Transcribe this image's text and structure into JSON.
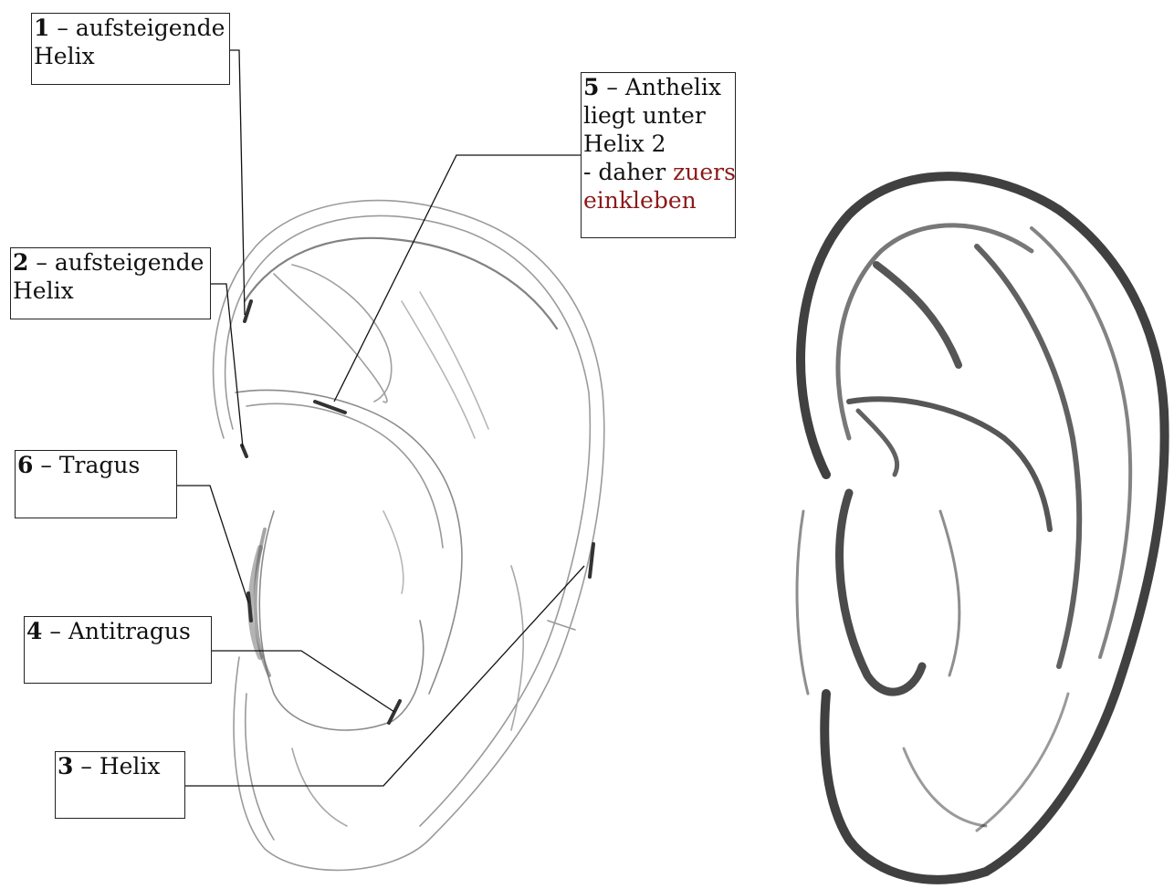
{
  "labels": {
    "l1": {
      "num": "1",
      "sep": " – ",
      "text1": "aufsteigende",
      "text2": "Helix"
    },
    "l2": {
      "num": "2",
      "sep": " – ",
      "text1": "aufsteigende",
      "text2": "Helix"
    },
    "l3": {
      "num": "3",
      "sep": " – ",
      "text1": "Helix"
    },
    "l4": {
      "num": "4",
      "sep": " – ",
      "text1": "Antitragus"
    },
    "l5": {
      "num": "5",
      "sep": " – ",
      "text1": "Anthelix",
      "text2": "liegt unter",
      "text3": "Helix 2",
      "text4": "- daher ",
      "text4_red": "zuerst",
      "text5_red": " einkleben"
    },
    "l6": {
      "num": "6",
      "sep": " – ",
      "text1": "Tragus"
    }
  },
  "colors": {
    "pencil": "#7a7a7a",
    "marker": "#333333",
    "emphasis": "#8b1a1a",
    "shade": "#1e1e1e"
  }
}
